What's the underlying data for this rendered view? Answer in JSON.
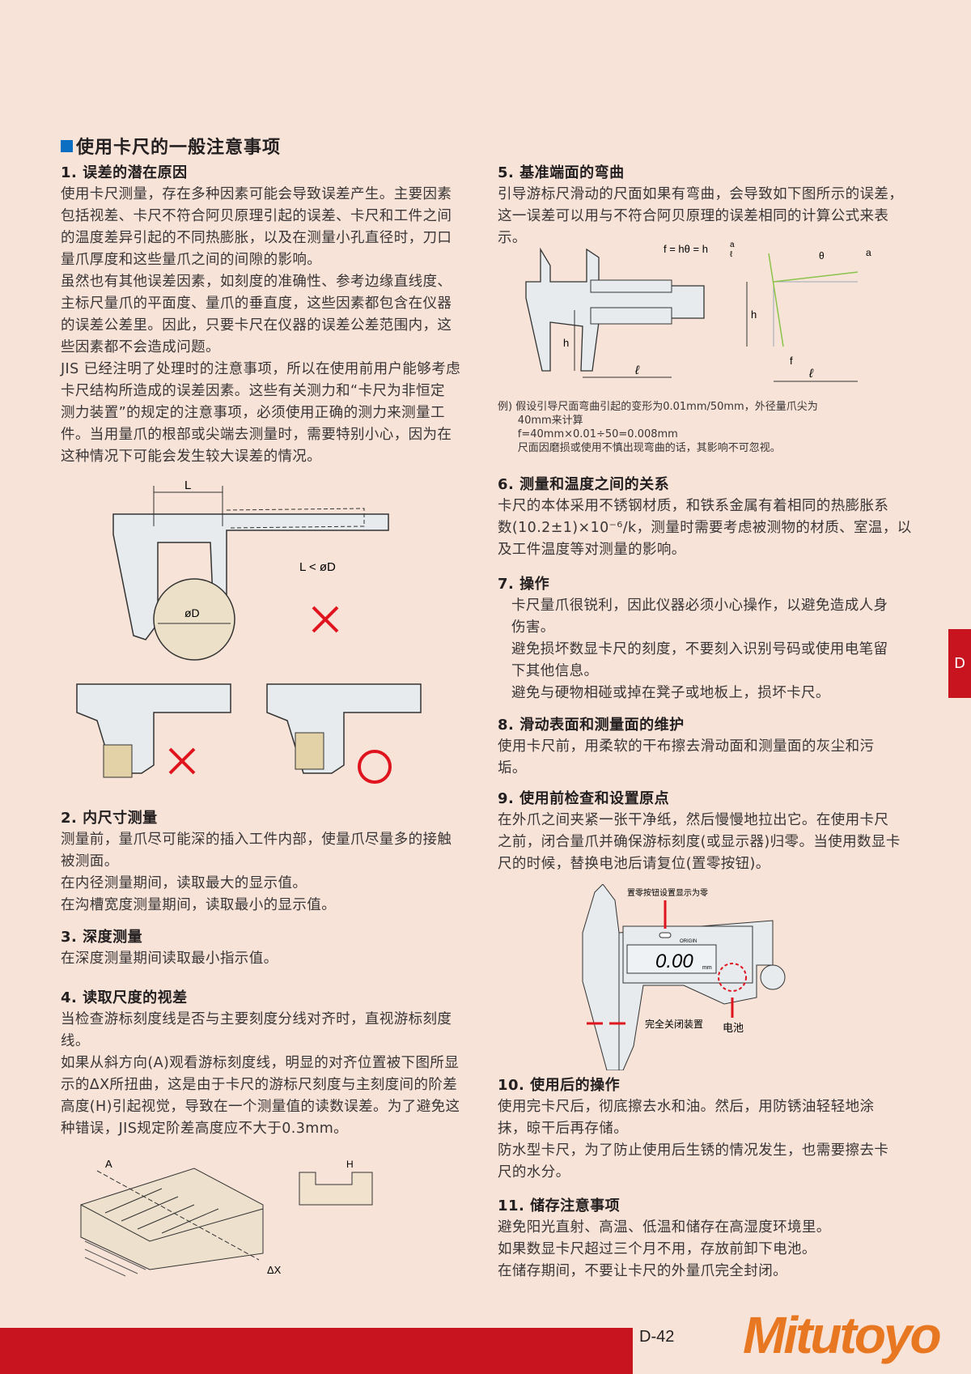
{
  "heading": "使用卡尺的一般注意事项",
  "left": {
    "s1": {
      "title": "1. 误差的潜在原因",
      "body": "使用卡尺测量，存在多种因素可能会导致误差产生。主要因素\n包括视差、卡尺不符合阿贝原理引起的误差、卡尺和工件之间\n的温度差异引起的不同热膨胀，以及在测量小孔直径时，刀口\n量爪厚度和这些量爪之间的间隙的影响。\n虽然也有其他误差因素，如刻度的准确性、参考边缘直线度、\n主标尺量爪的平面度、量爪的垂直度，这些因素都包含在仪器\n的误差公差里。因此，只要卡尺在仪器的误差公差范围内，这\n些因素都不会造成问题。\nJIS 已经注明了处理时的注意事项，所以在使用前用户能够考虑\n卡尺结构所造成的误差因素。这些有关测力和“卡尺为非恒定\n测力装置”的规定的注意事项，必须使用正确的测力来测量工\n件。当用量爪的根部或尖端去测量时，需要特别小心，因为在\n这种情况下可能会发生较大误差的情况。"
    },
    "fig1": {
      "L": "L",
      "cond": "L < øD",
      "dia": "øD"
    },
    "s2": {
      "title": "2. 内尺寸测量",
      "body": "测量前，量爪尽可能深的插入工件内部，使量爪尽量多的接触\n被测面。\n在内径测量期间，读取最大的显示值。\n在沟槽宽度测量期间，读取最小的显示值。"
    },
    "s3": {
      "title": "3. 深度测量",
      "body": "在深度测量期间读取最小指示值。"
    },
    "s4": {
      "title": "4. 读取尺度的视差",
      "body": "当检查游标刻度线是否与主要刻度分线对齐时，直视游标刻度\n线。\n如果从斜方向(A)观看游标刻度线，明显的对齐位置被下图所显\n示的ΔX所扭曲，这是由于卡尺的游标尺刻度与主刻度间的阶差\n高度(H)引起视觉，导致在一个测量值的读数误差。为了避免这\n种错误，JIS规定阶差高度应不大于0.3mm。"
    },
    "fig4": {
      "A": "A",
      "dx": "ΔX",
      "H": "H"
    }
  },
  "right": {
    "s5": {
      "title": "5. 基准端面的弯曲",
      "body": "引导游标尺滑动的尺面如果有弯曲，会导致如下图所示的误差，\n这一误差可以用与不符合阿贝原理的误差相同的计算公式来表\n示。"
    },
    "fig5": {
      "formula": "f = hθ = h",
      "frac_num": "a",
      "frac_den": "ℓ",
      "h": "h",
      "l": "ℓ",
      "f": "f",
      "theta": "θ",
      "a": "a"
    },
    "example": "例) 假设引导尺面弯曲引起的变形为0.01mm/50mm，外径量爪尖为\n      40mm来计算\n      f=40mm×0.01÷50=0.008mm\n      尺面因磨损或使用不慎出现弯曲的话，其影响不可忽视。",
    "s6": {
      "title": "6. 测量和温度之间的关系",
      "body": "卡尺的本体采用不锈钢材质，和铁系金属有着相同的热膨胀系\n数(10.2±1)×10⁻⁶/k，测量时需要考虑被测物的材质、室温，以\n及工件温度等对测量的影响。"
    },
    "s7": {
      "title": "7. 操作",
      "body": "卡尺量爪很锐利，因此仪器必须小心操作，以避免造成人身\n伤害。\n避免损坏数显卡尺的刻度，不要刻入识别号码或使用电笔留\n下其他信息。\n避免与硬物相碰或掉在凳子或地板上，损坏卡尺。"
    },
    "s8": {
      "title": "8. 滑动表面和测量面的维护",
      "body": "使用卡尺前，用柔软的干布擦去滑动面和测量面的灰尘和污\n垢。"
    },
    "s9": {
      "title": "9. 使用前检查和设置原点",
      "body": "在外爪之间夹紧一张干净纸，然后慢慢地拉出它。在使用卡尺\n之前，闭合量爪并确保游标刻度(或显示器)归零。当使用数显卡\n尺的时候，替换电池后请复位(置零按钮)。"
    },
    "fig9": {
      "origin_note": "置零按钮设置显示为零",
      "origin": "ORIGIN",
      "reading": "0.00",
      "unit": "mm",
      "closed": "完全关闭装置",
      "battery": "电池"
    },
    "s10": {
      "title": "10. 使用后的操作",
      "body": "使用完卡尺后，彻底擦去水和油。然后，用防锈油轻轻地涂\n抹，晾干后再存储。\n防水型卡尺，为了防止使用后生锈的情况发生，也需要擦去卡\n尺的水分。"
    },
    "s11": {
      "title": "11. 储存注意事项",
      "body": "避免阳光直射、高温、低温和储存在高湿度环境里。\n如果数显卡尺超过三个月不用，存放前卸下电池。\n在储存期间，不要让卡尺的外量爪完全封闭。"
    }
  },
  "side_tab": "D",
  "page_number": "D-42",
  "logo": "Mitutoyo",
  "colors": {
    "background": "#f7e3d7",
    "accent_red": "#c8141e",
    "heading_blue": "#0a6fc2",
    "logo_orange": "#e87722"
  }
}
